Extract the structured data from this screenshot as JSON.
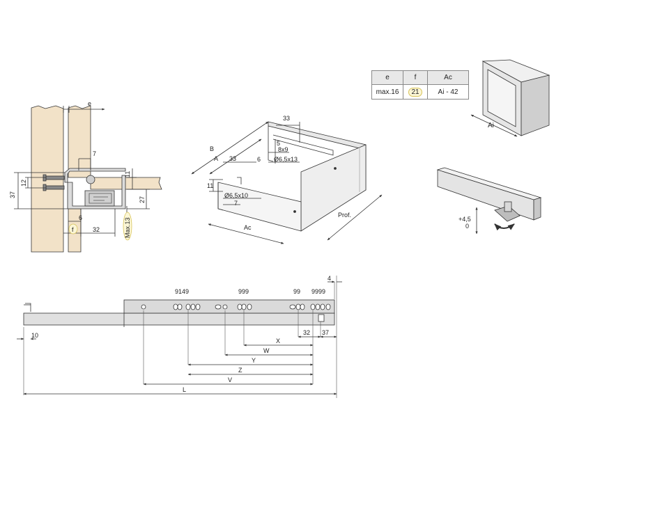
{
  "colors": {
    "wood": "#f2e2c8",
    "rail": "#dcdcdc",
    "railDark": "#b9b9b9",
    "line": "#333333",
    "highlight": "#d8c45a"
  },
  "table": {
    "headers": [
      "e",
      "f",
      "Ac"
    ],
    "values": [
      "max.16",
      "21",
      "Ai - 42"
    ]
  },
  "section_view": {
    "labels": {
      "e": "e",
      "seven": "7",
      "twelve": "12",
      "eleven": "11",
      "thirtyseven": "37",
      "twentyseven": "27",
      "six": "6",
      "thirtytwo": "32",
      "f": "f",
      "max13": "Max.13"
    }
  },
  "drawer_view": {
    "labels": {
      "d33_top": "33",
      "d5": "5",
      "d8x9": "8x9",
      "B": "B",
      "A": "A",
      "d33_mid": "33",
      "d6": "6",
      "d65x13": "Ø6,5x13",
      "d11": "11",
      "d65x10": "Ø6,5x10",
      "d7": "7",
      "Ac": "Ac",
      "Prof": "Prof."
    }
  },
  "cabinet_view": {
    "label": "Ai"
  },
  "adjust_view": {
    "plus": "+4,5",
    "zero": "0"
  },
  "slide_view": {
    "hole_labels": {
      "g1": "9149",
      "g2": "999",
      "g3": "99",
      "g4": "9999",
      "d4": "4"
    },
    "dims": {
      "d10": "10",
      "d32": "32",
      "d37": "37",
      "X": "X",
      "W": "W",
      "Y": "Y",
      "Z": "Z",
      "V": "V",
      "L": "L"
    }
  }
}
